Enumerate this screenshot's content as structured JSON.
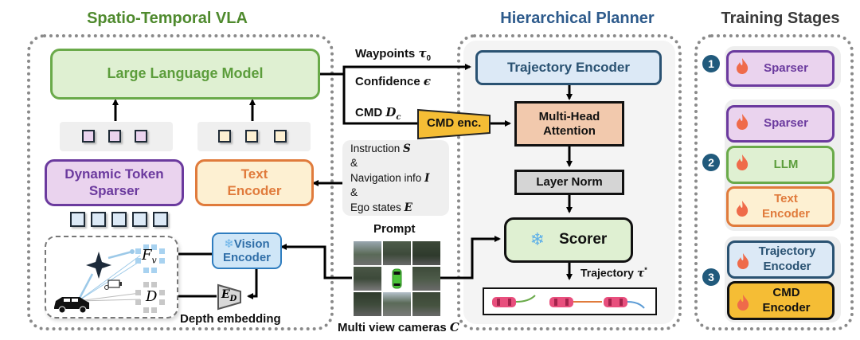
{
  "sections": {
    "vla_title": "Spatio-Temporal VLA",
    "planner_title": "Hierarchical Planner",
    "stages_title": "Training Stages"
  },
  "vla": {
    "llm": "Large Language Model",
    "sparser_line1": "Dynamic Token",
    "sparser_line2": "Sparser",
    "text_encoder_line1": "Text",
    "text_encoder_line2": "Encoder",
    "vision_encoder_line1": "Vision",
    "vision_encoder_line2": "Encoder",
    "depth_embedding": "Depth embedding",
    "depth_encoder_symbol": "E",
    "depth_encoder_sub": "D",
    "feature_symbol": "F",
    "feature_sub": "v",
    "depth_symbol": "D"
  },
  "outputs": {
    "waypoints": "Waypoints",
    "waypoints_symbol": "τ",
    "waypoints_sub": "0",
    "confidence": "Confidence",
    "confidence_symbol": "ϵ",
    "cmd": "CMD",
    "cmd_symbol": "D",
    "cmd_sub": "c",
    "cmd_enc": "CMD enc."
  },
  "prompt": {
    "instruction": "Instruction",
    "instruction_symbol": "S",
    "amp1": "&",
    "navigation": "Navigation info",
    "navigation_symbol": "I",
    "amp2": "&",
    "ego": "Ego states",
    "ego_symbol": "E",
    "prompt_label": "Prompt",
    "cameras_label": "Multi view cameras",
    "cameras_symbol": "C"
  },
  "planner": {
    "trajectory_encoder": "Trajectory Encoder",
    "mha_line1": "Multi-Head",
    "mha_line2": "Attention",
    "layer_norm": "Layer Norm",
    "scorer": "Scorer",
    "trajectory_out": "Trajectory",
    "trajectory_symbol": "τ",
    "trajectory_sup": "*"
  },
  "stages": [
    {
      "number": "1",
      "modules": [
        {
          "label": "Sparser",
          "kind": "sparser"
        }
      ]
    },
    {
      "number": "2",
      "modules": [
        {
          "label": "Sparser",
          "kind": "sparser"
        },
        {
          "label": "LLM",
          "kind": "llm"
        },
        {
          "label": "Text Encoder",
          "kind": "text"
        }
      ]
    },
    {
      "number": "3",
      "modules": [
        {
          "label": "Trajectory Encoder",
          "kind": "traj"
        },
        {
          "label": "CMD Encoder",
          "kind": "cmd"
        }
      ]
    }
  ],
  "stage_labels": {
    "s1_sparser": "Sparser",
    "s2_sparser": "Sparser",
    "s2_llm": "LLM",
    "s2_text_l1": "Text",
    "s2_text_l2": "Encoder",
    "s3_traj_l1": "Trajectory",
    "s3_traj_l2": "Encoder",
    "s3_cmd_l1": "CMD",
    "s3_cmd_l2": "Encoder"
  },
  "colors": {
    "vla_green": "#4f8a2e",
    "planner_blue": "#2e5b8c",
    "stages_gray": "#3a3a3a",
    "llm_fill": "#dff0d2",
    "llm_border": "#6aaa4a",
    "sparser_fill": "#ead3ee",
    "sparser_border": "#6b3a9e",
    "text_fill": "#fdf0d2",
    "text_border": "#e07b3c",
    "vision_fill": "#cfe6f7",
    "vision_border": "#2f7dbf",
    "traj_fill": "#dce9f6",
    "traj_border": "#2a5272",
    "mha_fill": "#f2c9ad",
    "ln_fill": "#d5d5d5",
    "cmd_fill": "#f5bd35",
    "scorer_fill": "#dff0d2",
    "flame": "#ef6b4a"
  }
}
